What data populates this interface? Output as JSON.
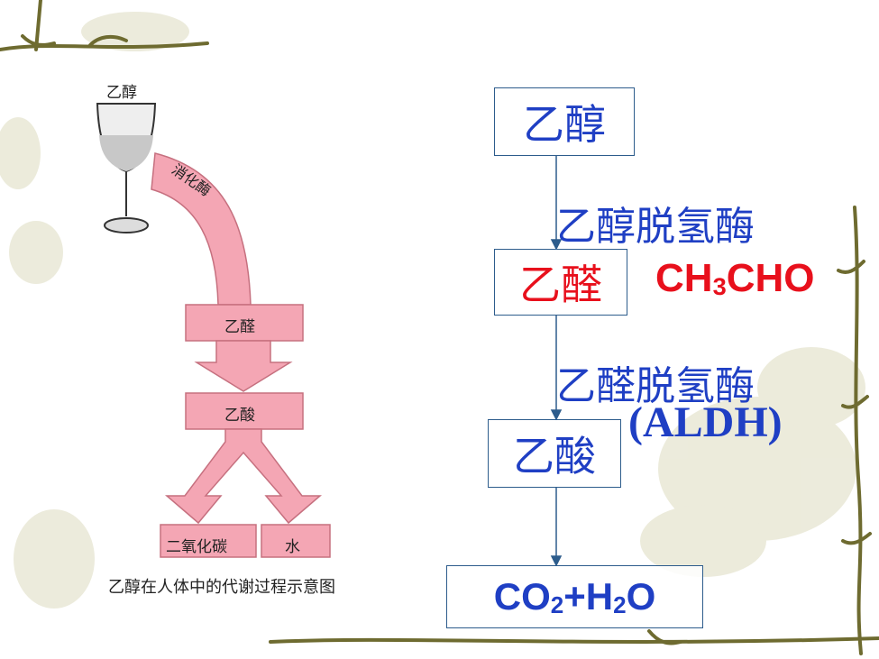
{
  "left_diagram": {
    "glass_label": "乙醇",
    "arrow_label": "消化酶",
    "box_acetaldehyde": "乙醛",
    "box_acetic_acid": "乙酸",
    "box_co2": "二氧化碳",
    "box_water": "水",
    "caption": "乙醇在人体中的代谢过程示意图"
  },
  "flow": {
    "ethanol": "乙醇",
    "enzyme1": "乙醇脱氢酶",
    "acetaldehyde": "乙醛",
    "acetaldehyde_formula": {
      "a": "CH",
      "sub": "3",
      "b": "CHO"
    },
    "enzyme2": "乙醛脱氢酶",
    "enzyme2_abbr": "(ALDH)",
    "acetic_acid": "乙酸",
    "products": {
      "a": "CO",
      "sub1": "2",
      "b": "+H",
      "sub2": "2",
      "c": "O"
    }
  },
  "colors": {
    "blue_text": "#1f3fc4",
    "red_text": "#e8101c",
    "pink_arrow": "#f4a6b4",
    "vine": "#7a7a3a"
  }
}
